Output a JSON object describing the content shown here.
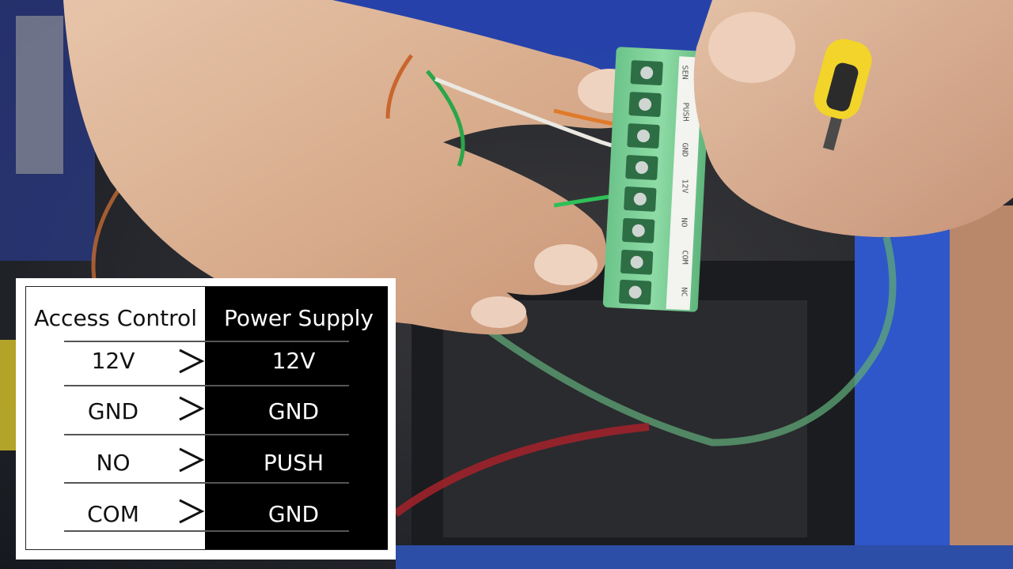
{
  "wiring_table": {
    "headers": {
      "left": "Access Control",
      "right": "Power Supply"
    },
    "rows": [
      {
        "left": "12V",
        "right": "12V"
      },
      {
        "left": "GND",
        "right": "GND"
      },
      {
        "left": "NO",
        "right": "PUSH"
      },
      {
        "left": "COM",
        "right": "GND"
      }
    ]
  },
  "terminal_block": {
    "labels": [
      "SEN",
      "PUSH",
      "GND",
      "12V",
      "NO",
      "COM",
      "NC"
    ]
  },
  "colors": {
    "terminal_green": "#7fd49a",
    "table_dark": "#000000",
    "table_light": "#ffffff",
    "screwdriver_yellow": "#f2d42a"
  }
}
